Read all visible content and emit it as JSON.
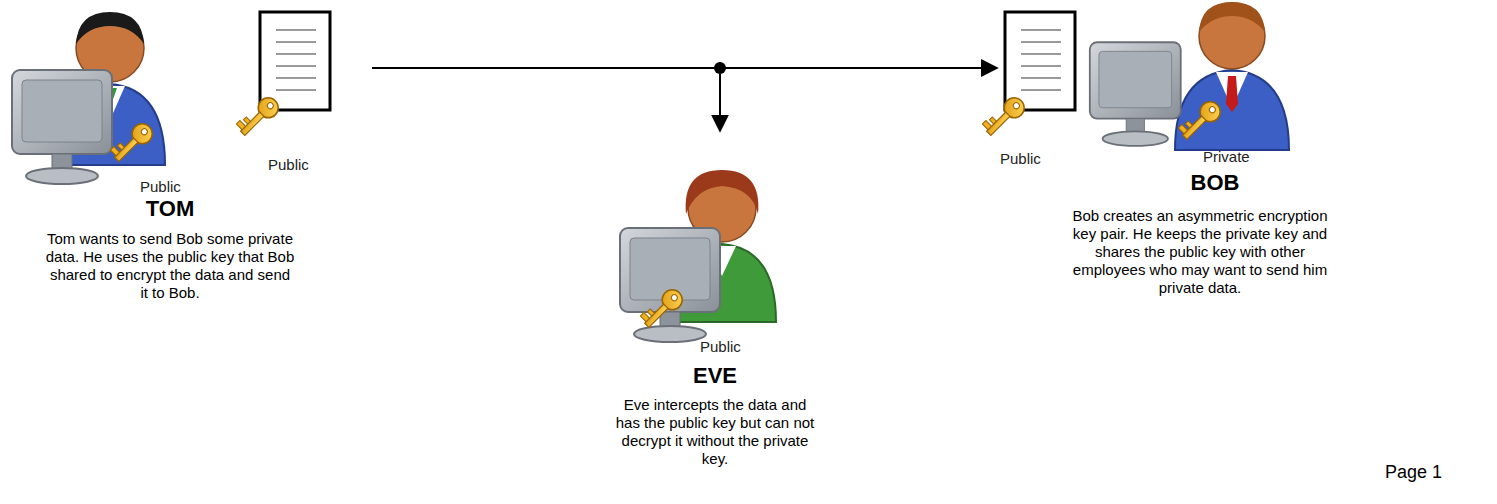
{
  "diagram": {
    "nodes": [
      {
        "text": [
          "Public",
          "TOM",
          "Tom wants to send Bob some private data. He uses the public key that Bob shared to encrypt the data and send it to Bob."
        ]
      },
      {
        "text": [
          "Public"
        ]
      },
      {
        "text": [
          "Public",
          "EVE",
          "Eve intercepts the data and has the public key but can not decrypt it without the private key."
        ]
      },
      {
        "text": [
          "Public"
        ]
      },
      {
        "text": [
          "Private",
          "BOB",
          "Bob creates an asymmetric encryption key pair. He keeps the private key and shares the public key with other employees who may want to send him private data."
        ]
      }
    ],
    "edges": [
      {
        "from": 1,
        "to": 3,
        "arrow": "to"
      },
      {
        "from": 1,
        "to": 2,
        "arrow": "to"
      }
    ],
    "labels": [
      "Page 1"
    ]
  }
}
